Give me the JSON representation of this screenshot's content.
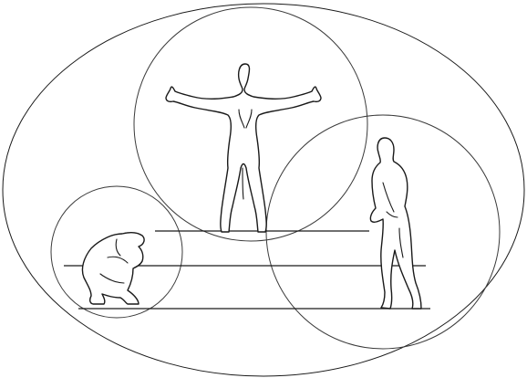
{
  "diagram": {
    "figures": [
      {
        "pose": "crouching"
      },
      {
        "pose": "arms-outstretched"
      },
      {
        "pose": "standing-covering"
      }
    ],
    "colors": {
      "background": "#ffffff",
      "stroke": "#1a1a1a"
    }
  }
}
